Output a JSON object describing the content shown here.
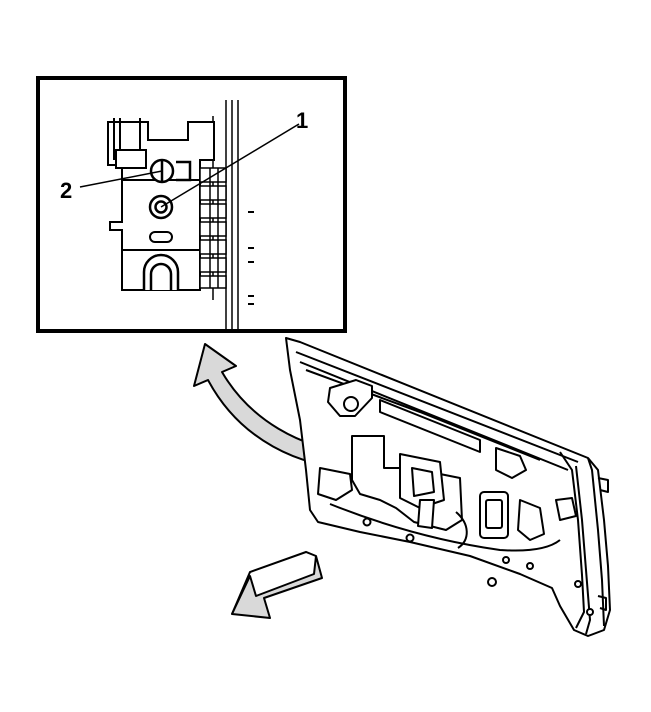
{
  "callouts": [
    {
      "id": "1",
      "label": "1"
    },
    {
      "id": "2",
      "label": "2"
    }
  ],
  "colors": {
    "line": "#000000",
    "shade": "#d9d9d9",
    "background": "#ffffff"
  }
}
